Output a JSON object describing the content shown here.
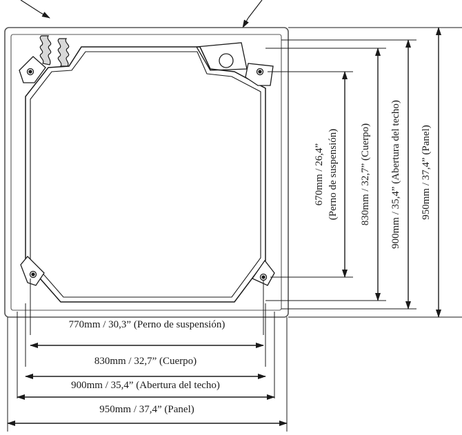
{
  "diagram": {
    "horizontal_dimensions": [
      {
        "label": "770mm / 30,3” (Perno de suspensión)"
      },
      {
        "label": "830mm / 32,7” (Cuerpo)"
      },
      {
        "label": "900mm / 35,4” (Abertura del techo)"
      },
      {
        "label": "950mm / 37,4” (Panel)"
      }
    ],
    "vertical_dimensions": [
      {
        "line1": "670mm / 26,4”",
        "line2": "(Perno de suspensión)"
      },
      {
        "label": "830mm / 32,7” (Cuerpo)"
      },
      {
        "label": "900mm / 35,4” (Abertura del techo)"
      },
      {
        "label": "950mm / 37,4” (Panel)"
      }
    ],
    "colors": {
      "line": "#1a1a1a",
      "panel_edge": "#555555",
      "background": "#ffffff"
    }
  }
}
